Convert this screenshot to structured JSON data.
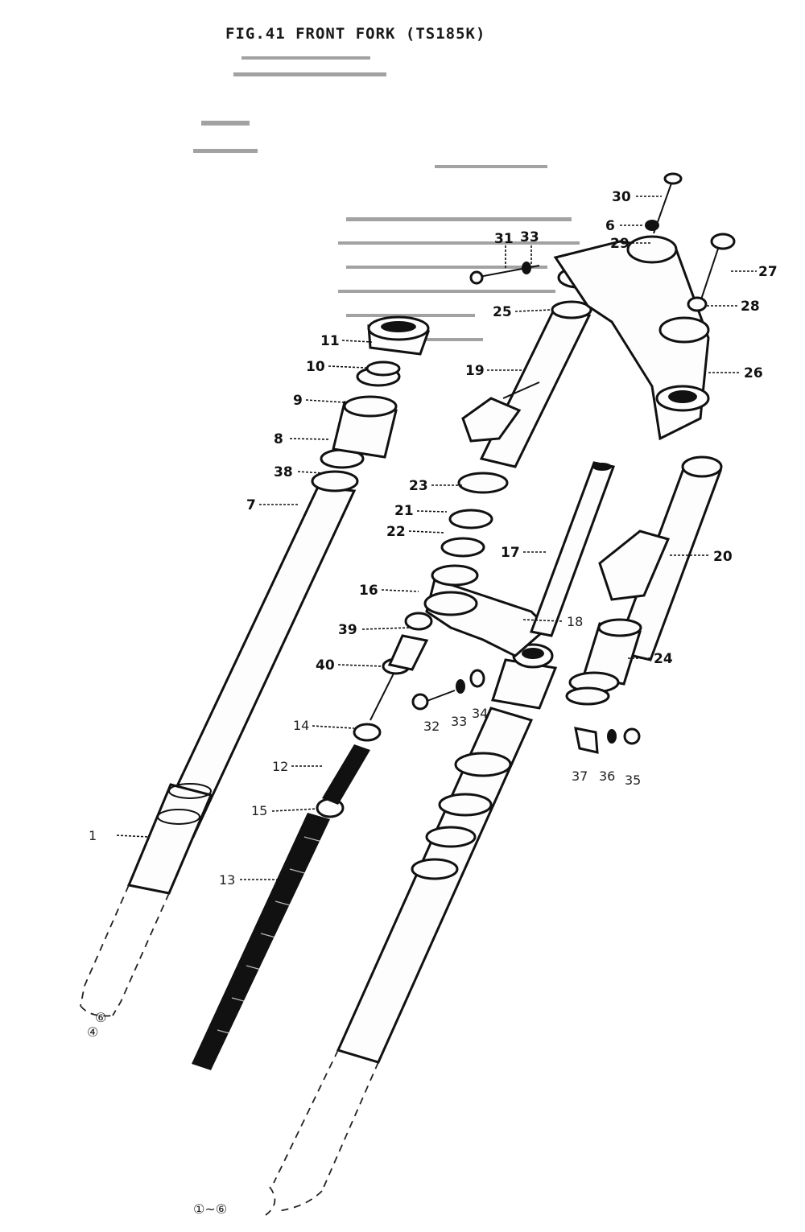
{
  "figure": {
    "title": "FIG.41  FRONT FORK (TS185K)",
    "footnote": "①~⑥",
    "small_marks": [
      "⑥",
      "④"
    ]
  },
  "callouts": {
    "c1": "1",
    "c7": "7",
    "c38": "38",
    "c8": "8",
    "c9": "9",
    "c10": "10",
    "c11": "11",
    "c12": "12",
    "c13": "13",
    "c14": "14",
    "c15": "15",
    "c16": "16",
    "c17": "17",
    "c18": "18",
    "c19": "19",
    "c20": "20",
    "c21": "21",
    "c22": "22",
    "c23": "23",
    "c24": "24",
    "c25": "25",
    "c26": "26",
    "c27": "27",
    "c28": "28",
    "c29": "29",
    "c30": "30",
    "c6": "6",
    "c31": "31",
    "c33a": "33",
    "c32": "32",
    "c33b": "33",
    "c34": "34",
    "c35": "35",
    "c36": "36",
    "c37": "37",
    "c39": "39",
    "c40": "40"
  }
}
